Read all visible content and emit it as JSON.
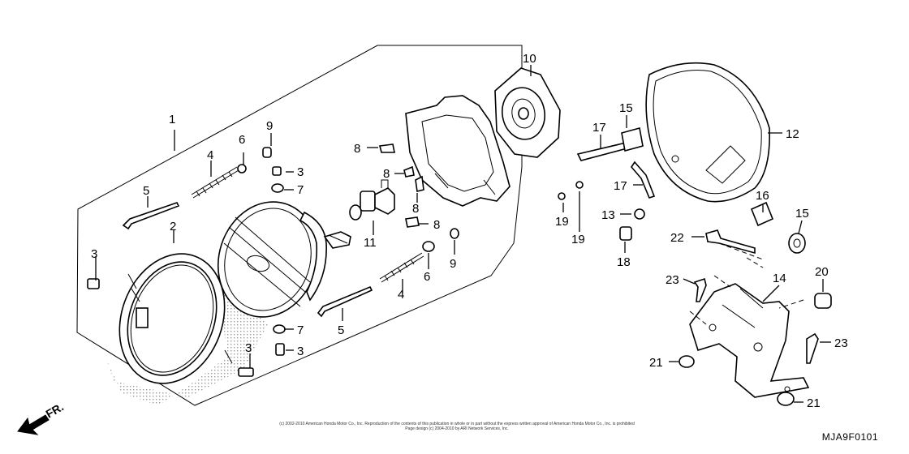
{
  "diagram": {
    "code": "MJA9F0101",
    "direction_label": "FR.",
    "copyright_line1": "(c) 2002-2010 American Honda Motor Co., Inc. Reproduction of the contents of this publication in whole or in part without the express written approval of American Honda Motor Co., Inc. is prohibited",
    "copyright_line2": "Page design (c) 2004-2010 by ARI Network Services, Inc.",
    "callouts": [
      "1",
      "2",
      "3",
      "3",
      "3",
      "3",
      "4",
      "4",
      "5",
      "5",
      "6",
      "6",
      "7",
      "7",
      "8",
      "8",
      "8",
      "8",
      "9",
      "9",
      "10",
      "11",
      "12",
      "13",
      "14",
      "15",
      "15",
      "16",
      "17",
      "17",
      "18",
      "19",
      "19",
      "20",
      "21",
      "21",
      "22",
      "23",
      "23"
    ]
  }
}
